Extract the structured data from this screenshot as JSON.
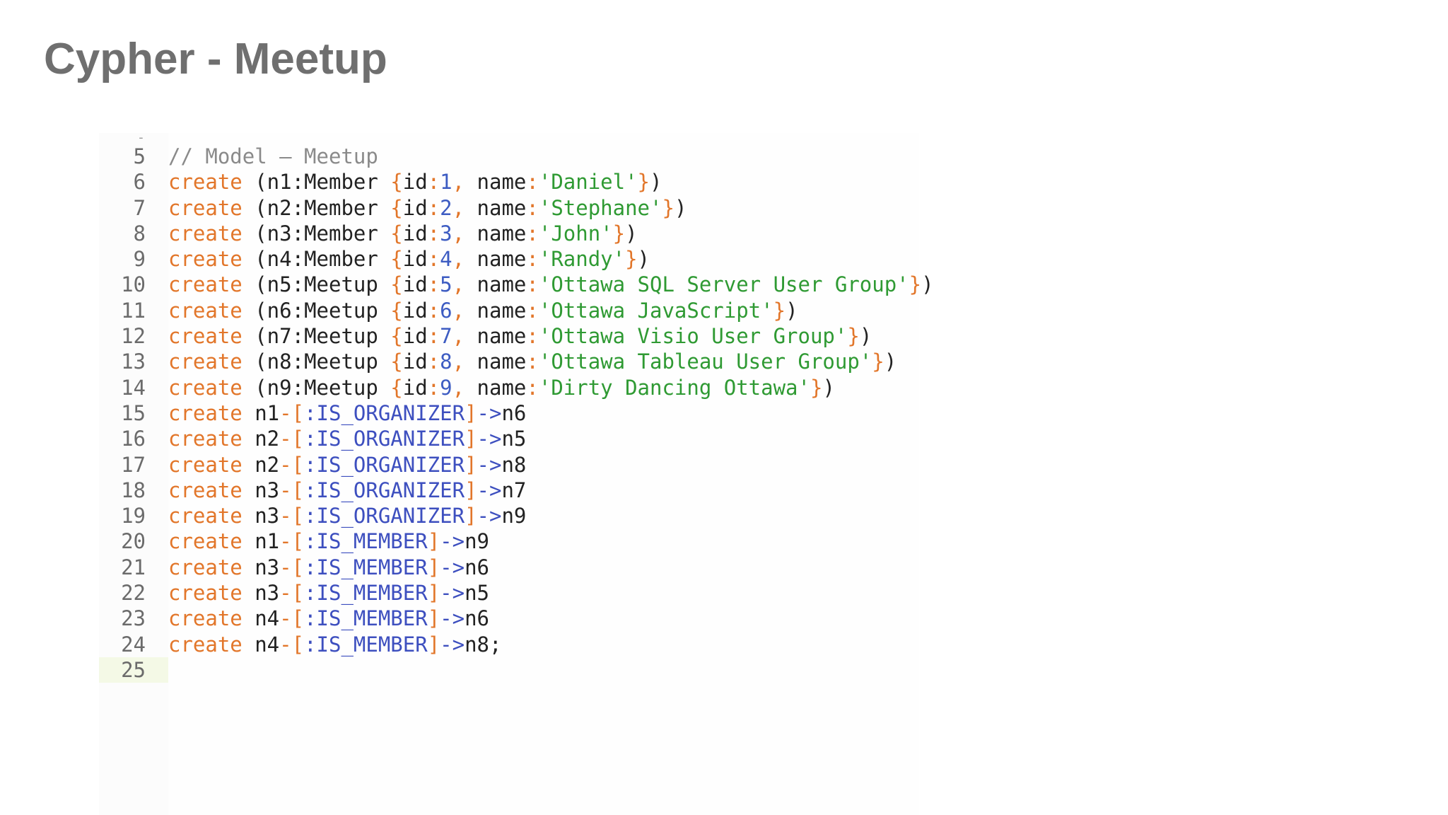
{
  "slide": {
    "title": "Cypher - Meetup"
  },
  "editor": {
    "partial_mark": "-",
    "lines": [
      {
        "n": "5",
        "tokens": [
          [
            "cm",
            "// Model – Meetup"
          ]
        ]
      },
      {
        "n": "6",
        "tokens": [
          [
            "kw",
            "create"
          ],
          [
            "id",
            " (n1:Member "
          ],
          [
            "brk",
            "{"
          ],
          [
            "id",
            "id"
          ],
          [
            "punc",
            ":"
          ],
          [
            "num",
            "1"
          ],
          [
            "punc",
            ","
          ],
          [
            "id",
            " name"
          ],
          [
            "punc",
            ":"
          ],
          [
            "str",
            "'Daniel'"
          ],
          [
            "brk",
            "}"
          ],
          [
            "id",
            ")"
          ]
        ]
      },
      {
        "n": "7",
        "tokens": [
          [
            "kw",
            "create"
          ],
          [
            "id",
            " (n2:Member "
          ],
          [
            "brk",
            "{"
          ],
          [
            "id",
            "id"
          ],
          [
            "punc",
            ":"
          ],
          [
            "num",
            "2"
          ],
          [
            "punc",
            ","
          ],
          [
            "id",
            " name"
          ],
          [
            "punc",
            ":"
          ],
          [
            "str",
            "'Stephane'"
          ],
          [
            "brk",
            "}"
          ],
          [
            "id",
            ")"
          ]
        ]
      },
      {
        "n": "8",
        "tokens": [
          [
            "kw",
            "create"
          ],
          [
            "id",
            " (n3:Member "
          ],
          [
            "brk",
            "{"
          ],
          [
            "id",
            "id"
          ],
          [
            "punc",
            ":"
          ],
          [
            "num",
            "3"
          ],
          [
            "punc",
            ","
          ],
          [
            "id",
            " name"
          ],
          [
            "punc",
            ":"
          ],
          [
            "str",
            "'John'"
          ],
          [
            "brk",
            "}"
          ],
          [
            "id",
            ")"
          ]
        ]
      },
      {
        "n": "9",
        "tokens": [
          [
            "kw",
            "create"
          ],
          [
            "id",
            " (n4:Member "
          ],
          [
            "brk",
            "{"
          ],
          [
            "id",
            "id"
          ],
          [
            "punc",
            ":"
          ],
          [
            "num",
            "4"
          ],
          [
            "punc",
            ","
          ],
          [
            "id",
            " name"
          ],
          [
            "punc",
            ":"
          ],
          [
            "str",
            "'Randy'"
          ],
          [
            "brk",
            "}"
          ],
          [
            "id",
            ")"
          ]
        ]
      },
      {
        "n": "10",
        "tokens": [
          [
            "kw",
            "create"
          ],
          [
            "id",
            " (n5:Meetup "
          ],
          [
            "brk",
            "{"
          ],
          [
            "id",
            "id"
          ],
          [
            "punc",
            ":"
          ],
          [
            "num",
            "5"
          ],
          [
            "punc",
            ","
          ],
          [
            "id",
            " name"
          ],
          [
            "punc",
            ":"
          ],
          [
            "str",
            "'Ottawa SQL Server User Group'"
          ],
          [
            "brk",
            "}"
          ],
          [
            "id",
            ")"
          ]
        ]
      },
      {
        "n": "11",
        "tokens": [
          [
            "kw",
            "create"
          ],
          [
            "id",
            " (n6:Meetup "
          ],
          [
            "brk",
            "{"
          ],
          [
            "id",
            "id"
          ],
          [
            "punc",
            ":"
          ],
          [
            "num",
            "6"
          ],
          [
            "punc",
            ","
          ],
          [
            "id",
            " name"
          ],
          [
            "punc",
            ":"
          ],
          [
            "str",
            "'Ottawa JavaScript'"
          ],
          [
            "brk",
            "}"
          ],
          [
            "id",
            ")"
          ]
        ]
      },
      {
        "n": "12",
        "tokens": [
          [
            "kw",
            "create"
          ],
          [
            "id",
            " (n7:Meetup "
          ],
          [
            "brk",
            "{"
          ],
          [
            "id",
            "id"
          ],
          [
            "punc",
            ":"
          ],
          [
            "num",
            "7"
          ],
          [
            "punc",
            ","
          ],
          [
            "id",
            " name"
          ],
          [
            "punc",
            ":"
          ],
          [
            "str",
            "'Ottawa Visio User Group'"
          ],
          [
            "brk",
            "}"
          ],
          [
            "id",
            ")"
          ]
        ]
      },
      {
        "n": "13",
        "tokens": [
          [
            "kw",
            "create"
          ],
          [
            "id",
            " (n8:Meetup "
          ],
          [
            "brk",
            "{"
          ],
          [
            "id",
            "id"
          ],
          [
            "punc",
            ":"
          ],
          [
            "num",
            "8"
          ],
          [
            "punc",
            ","
          ],
          [
            "id",
            " name"
          ],
          [
            "punc",
            ":"
          ],
          [
            "str",
            "'Ottawa Tableau User Group'"
          ],
          [
            "brk",
            "}"
          ],
          [
            "id",
            ")"
          ]
        ]
      },
      {
        "n": "14",
        "tokens": [
          [
            "kw",
            "create"
          ],
          [
            "id",
            " (n9:Meetup "
          ],
          [
            "brk",
            "{"
          ],
          [
            "id",
            "id"
          ],
          [
            "punc",
            ":"
          ],
          [
            "num",
            "9"
          ],
          [
            "punc",
            ","
          ],
          [
            "id",
            " name"
          ],
          [
            "punc",
            ":"
          ],
          [
            "str",
            "'Dirty Dancing Ottawa'"
          ],
          [
            "brk",
            "}"
          ],
          [
            "id",
            ")"
          ]
        ]
      },
      {
        "n": "15",
        "tokens": [
          [
            "kw",
            "create"
          ],
          [
            "id",
            " n1"
          ],
          [
            "punc",
            "-["
          ],
          [
            "lbl",
            ":IS_ORGANIZER"
          ],
          [
            "punc",
            "]"
          ],
          [
            "lbl",
            "->"
          ],
          [
            "id",
            "n6"
          ]
        ]
      },
      {
        "n": "16",
        "tokens": [
          [
            "kw",
            "create"
          ],
          [
            "id",
            " n2"
          ],
          [
            "punc",
            "-["
          ],
          [
            "lbl",
            ":IS_ORGANIZER"
          ],
          [
            "punc",
            "]"
          ],
          [
            "lbl",
            "->"
          ],
          [
            "id",
            "n5"
          ]
        ]
      },
      {
        "n": "17",
        "tokens": [
          [
            "kw",
            "create"
          ],
          [
            "id",
            " n2"
          ],
          [
            "punc",
            "-["
          ],
          [
            "lbl",
            ":IS_ORGANIZER"
          ],
          [
            "punc",
            "]"
          ],
          [
            "lbl",
            "->"
          ],
          [
            "id",
            "n8"
          ]
        ]
      },
      {
        "n": "18",
        "tokens": [
          [
            "kw",
            "create"
          ],
          [
            "id",
            " n3"
          ],
          [
            "punc",
            "-["
          ],
          [
            "lbl",
            ":IS_ORGANIZER"
          ],
          [
            "punc",
            "]"
          ],
          [
            "lbl",
            "->"
          ],
          [
            "id",
            "n7"
          ]
        ]
      },
      {
        "n": "19",
        "tokens": [
          [
            "kw",
            "create"
          ],
          [
            "id",
            " n3"
          ],
          [
            "punc",
            "-["
          ],
          [
            "lbl",
            ":IS_ORGANIZER"
          ],
          [
            "punc",
            "]"
          ],
          [
            "lbl",
            "->"
          ],
          [
            "id",
            "n9"
          ]
        ]
      },
      {
        "n": "20",
        "tokens": [
          [
            "kw",
            "create"
          ],
          [
            "id",
            " n1"
          ],
          [
            "punc",
            "-["
          ],
          [
            "lbl",
            ":IS_MEMBER"
          ],
          [
            "punc",
            "]"
          ],
          [
            "lbl",
            "->"
          ],
          [
            "id",
            "n9"
          ]
        ]
      },
      {
        "n": "21",
        "tokens": [
          [
            "kw",
            "create"
          ],
          [
            "id",
            " n3"
          ],
          [
            "punc",
            "-["
          ],
          [
            "lbl",
            ":IS_MEMBER"
          ],
          [
            "punc",
            "]"
          ],
          [
            "lbl",
            "->"
          ],
          [
            "id",
            "n6"
          ]
        ]
      },
      {
        "n": "22",
        "tokens": [
          [
            "kw",
            "create"
          ],
          [
            "id",
            " n3"
          ],
          [
            "punc",
            "-["
          ],
          [
            "lbl",
            ":IS_MEMBER"
          ],
          [
            "punc",
            "]"
          ],
          [
            "lbl",
            "->"
          ],
          [
            "id",
            "n5"
          ]
        ]
      },
      {
        "n": "23",
        "tokens": [
          [
            "kw",
            "create"
          ],
          [
            "id",
            " n4"
          ],
          [
            "punc",
            "-["
          ],
          [
            "lbl",
            ":IS_MEMBER"
          ],
          [
            "punc",
            "]"
          ],
          [
            "lbl",
            "->"
          ],
          [
            "id",
            "n6"
          ]
        ]
      },
      {
        "n": "24",
        "tokens": [
          [
            "kw",
            "create"
          ],
          [
            "id",
            " n4"
          ],
          [
            "punc",
            "-["
          ],
          [
            "lbl",
            ":IS_MEMBER"
          ],
          [
            "punc",
            "]"
          ],
          [
            "lbl",
            "->"
          ],
          [
            "id",
            "n8;"
          ]
        ]
      },
      {
        "n": "25",
        "active": true,
        "tokens": []
      }
    ]
  }
}
